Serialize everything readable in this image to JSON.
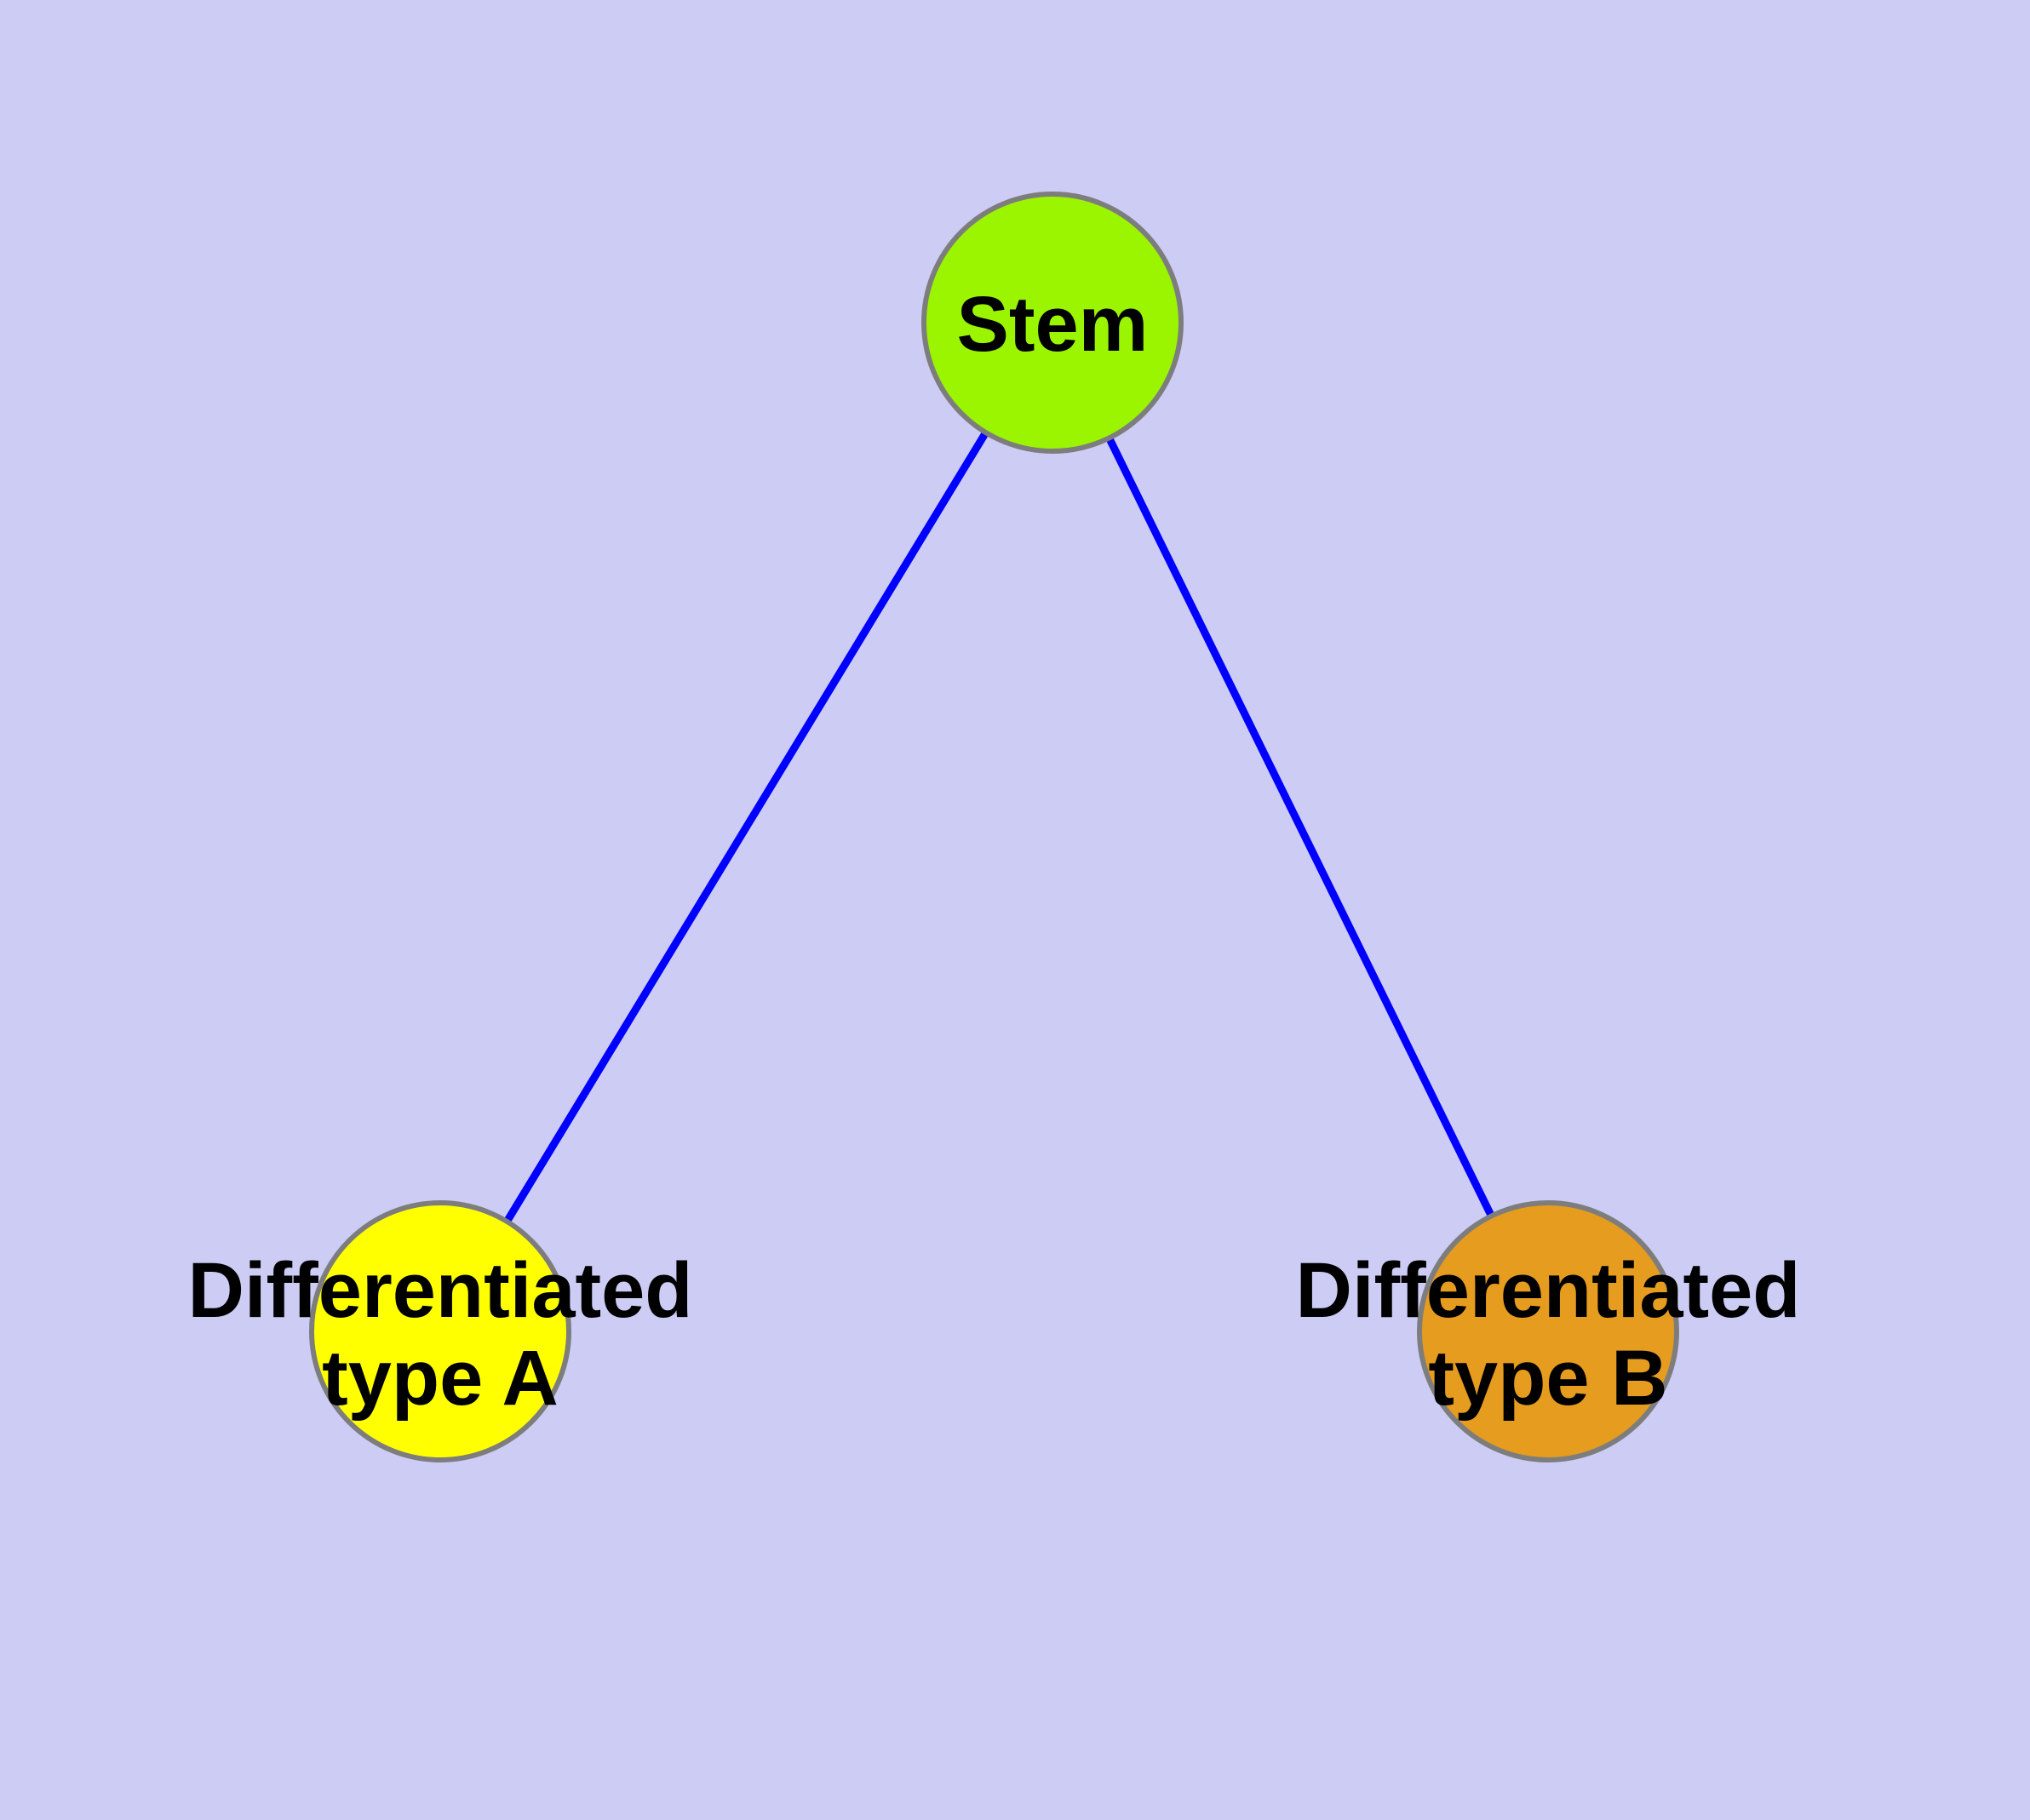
{
  "diagram": {
    "type": "graph",
    "description": "Cell differentiation hierarchy: a stem node with two differentiated child types",
    "colors": {
      "background": "#CCCCF4",
      "edge": "#0000FF",
      "node_border": "#7D7D7D",
      "label_text": "#000000",
      "stem_fill": "#9BF500",
      "type_a_fill": "#FFFF00",
      "type_b_fill": "#E69C1F"
    },
    "nodes": {
      "stem": {
        "label": "Stem"
      },
      "type_a": {
        "line1": "Differentiated",
        "line2": "type A"
      },
      "type_b": {
        "line1": "Differentiated",
        "line2": "type B"
      }
    },
    "edges": [
      {
        "from": "Stem",
        "to": "Differentiated type A"
      },
      {
        "from": "Stem",
        "to": "Differentiated type B"
      }
    ]
  }
}
